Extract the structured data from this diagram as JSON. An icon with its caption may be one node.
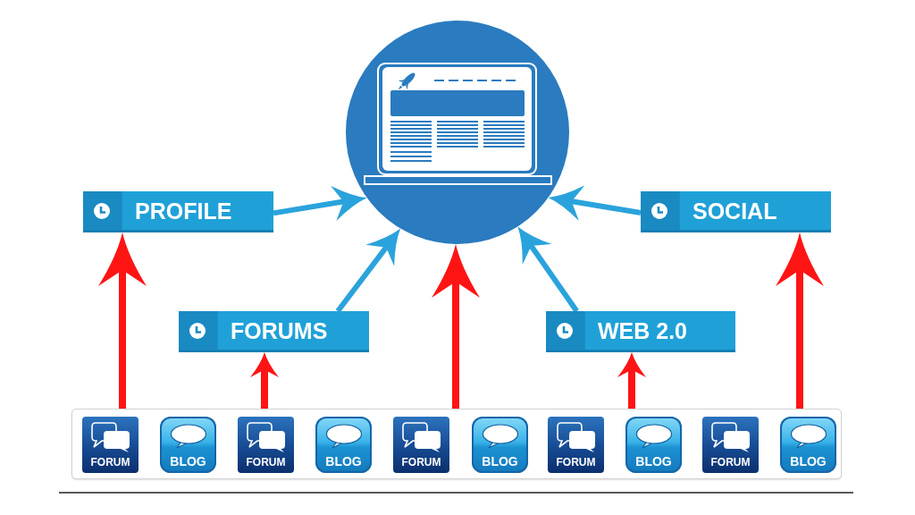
{
  "diagram": {
    "nodes": [
      {
        "text": [],
        "shape": "circle"
      },
      {
        "text": [
          "PROFILE"
        ]
      },
      {
        "text": [
          "SOCIAL"
        ]
      },
      {
        "text": [
          "FORUMS"
        ]
      },
      {
        "text": [
          "WEB 2.0"
        ]
      },
      {
        "text": [],
        "shape": "box"
      },
      {
        "text": [
          "FORUM"
        ],
        "in": 5
      },
      {
        "text": [
          "BLOG"
        ],
        "in": 5
      },
      {
        "text": [
          "FORUM"
        ],
        "in": 5
      },
      {
        "text": [
          "BLOG"
        ],
        "in": 5
      },
      {
        "text": [
          "FORUM"
        ],
        "in": 5
      },
      {
        "text": [
          "BLOG"
        ],
        "in": 5
      },
      {
        "text": [
          "FORUM"
        ],
        "in": 5
      },
      {
        "text": [
          "BLOG"
        ],
        "in": 5
      },
      {
        "text": [
          "FORUM"
        ],
        "in": 5
      },
      {
        "text": [
          "BLOG"
        ],
        "in": 5
      }
    ],
    "edges": [
      {
        "from": 1,
        "to": 0,
        "arrow": "to",
        "color": "#2aa3dc"
      },
      {
        "from": 2,
        "to": 0,
        "arrow": "to",
        "color": "#2aa3dc"
      },
      {
        "from": 3,
        "to": 0,
        "arrow": "to",
        "color": "#2aa3dc"
      },
      {
        "from": 4,
        "to": 0,
        "arrow": "to",
        "color": "#2aa3dc"
      },
      {
        "from": 5,
        "to": 1,
        "arrow": "to"
      },
      {
        "from": 5,
        "to": 3,
        "arrow": "to"
      },
      {
        "from": 5,
        "to": 0,
        "arrow": "to"
      },
      {
        "from": 5,
        "to": 4,
        "arrow": "to"
      },
      {
        "from": 5,
        "to": 2,
        "arrow": "to"
      }
    ]
  }
}
